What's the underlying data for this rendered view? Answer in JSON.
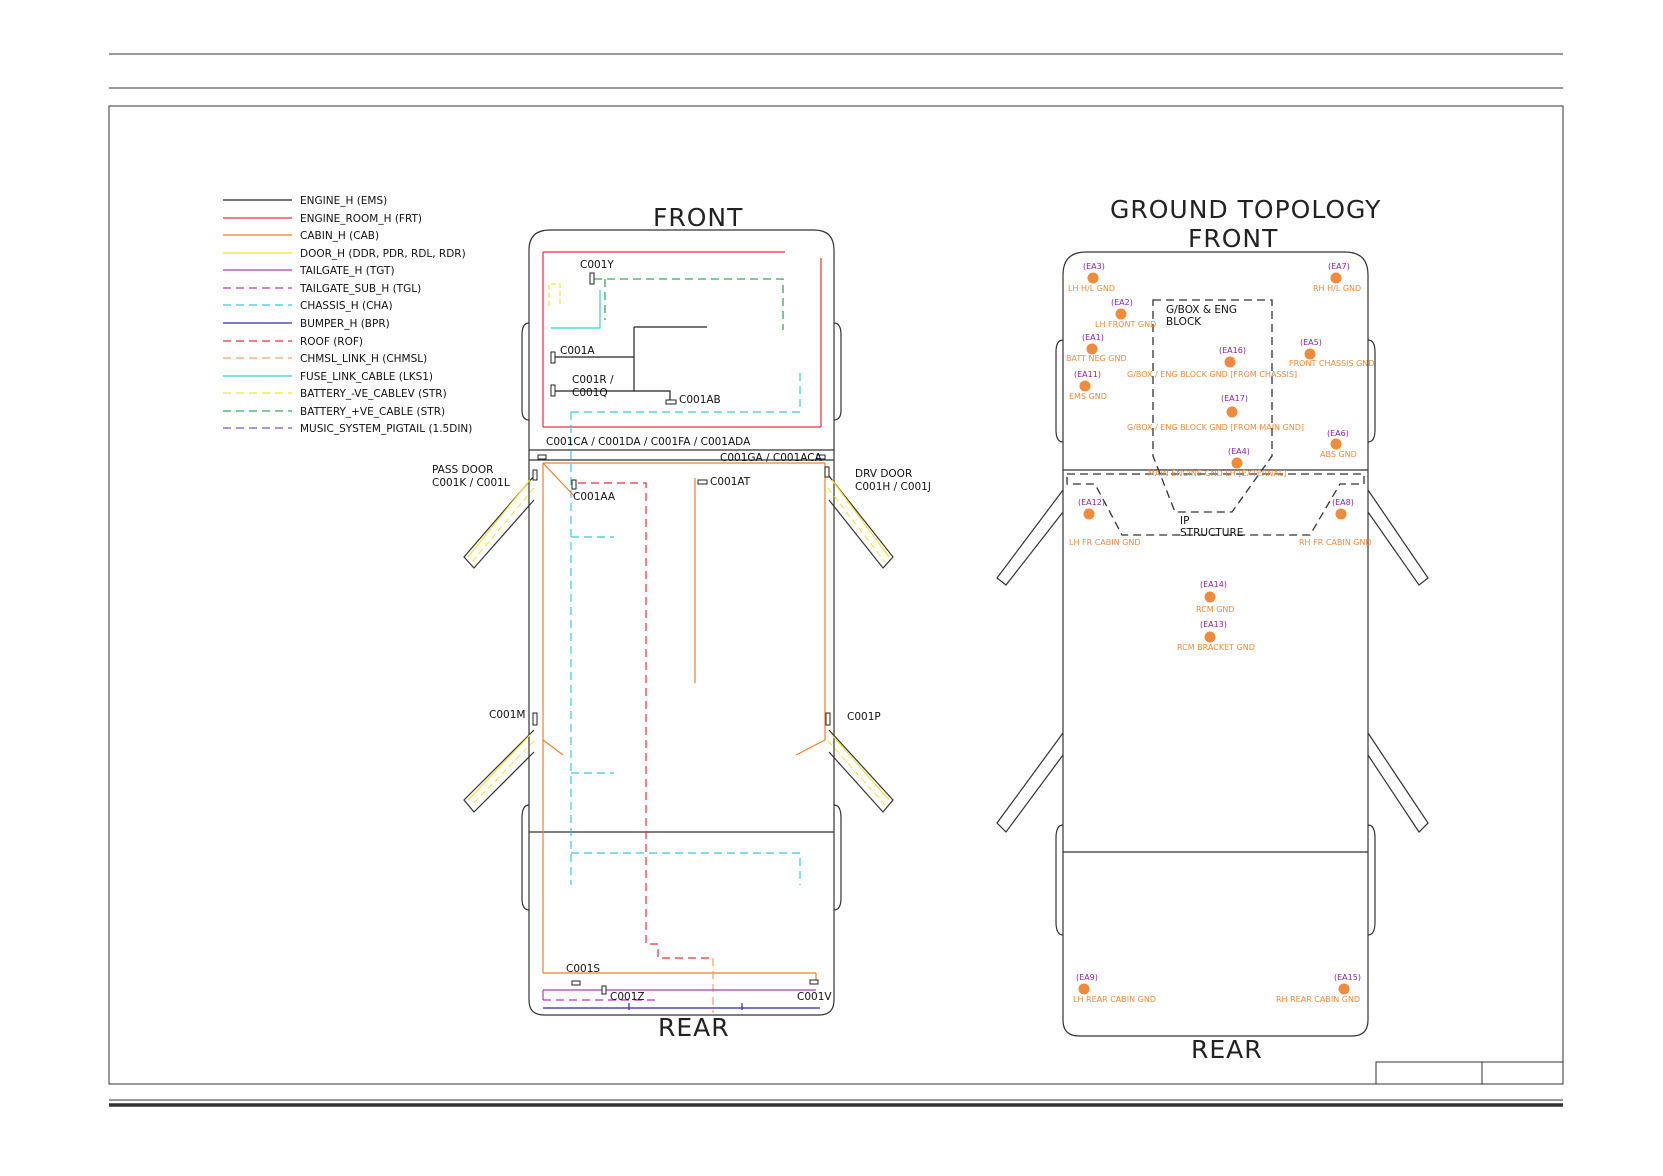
{
  "legend": [
    {
      "label": "ENGINE_H (EMS)",
      "color": "#222222",
      "dash": false
    },
    {
      "label": "ENGINE_ROOM_H (FRT)",
      "color": "#e8303c",
      "dash": false
    },
    {
      "label": "CABIN_H (CAB)",
      "color": "#f07f2a",
      "dash": false
    },
    {
      "label": "DOOR_H (DDR, PDR, RDL, RDR)",
      "color": "#f2e23a",
      "dash": false
    },
    {
      "label": "TAILGATE_H (TGT)",
      "color": "#b03ab8",
      "dash": false
    },
    {
      "label": "TAILGATE_SUB_H (TGL)",
      "color": "#b03ab8",
      "dash": true
    },
    {
      "label": "CHASSIS_H (CHA)",
      "color": "#3cc8d8",
      "dash": true
    },
    {
      "label": "BUMPER_H (BPR)",
      "color": "#2c2c9c",
      "dash": false
    },
    {
      "label": "ROOF (ROF)",
      "color": "#e8303c",
      "dash": true
    },
    {
      "label": "CHMSL_LINK_H (CHMSL)",
      "color": "#f0a070",
      "dash": true
    },
    {
      "label": "FUSE_LINK_CABLE (LKS1)",
      "color": "#3cc8d8",
      "dash": false
    },
    {
      "label": "BATTERY_-VE_CABLEV (STR)",
      "color": "#f2e23a",
      "dash": true
    },
    {
      "label": "BATTERY_+VE_CABLE (STR)",
      "color": "#2fae5c",
      "dash": true
    },
    {
      "label": "MUSIC_SYSTEM_PIGTAIL (1.5DIN)",
      "color": "#6a5acd",
      "dash": true
    }
  ],
  "harness": {
    "front_label": "FRONT",
    "rear_label": "REAR",
    "connectors": {
      "c001y": "C001Y",
      "c001a": "C001A",
      "c001r": "C001R /",
      "c001q": "C001Q",
      "c001ab": "C001AB",
      "c001ca": "C001CA / C001DA / C001FA / C001ADA",
      "c001ga": "C001GA / C001ACA",
      "pass_door": "PASS DOOR",
      "c001k": "C001K / C001L",
      "drv_door": "DRV DOOR",
      "c001h": "C001H / C001J",
      "c001aa": "C001AA",
      "c001at": "C001AT",
      "c001m": "C001M",
      "c001p": "C001P",
      "c001s": "C001S",
      "c001z": "C001Z",
      "c001v": "C001V"
    }
  },
  "ground": {
    "title": "GROUND TOPOLOGY",
    "front_label": "FRONT",
    "rear_label": "REAR",
    "gbox_line1": "G/BOX & ENG",
    "gbox_line2": "BLOCK",
    "ip_line1": "IP",
    "ip_line2": "STRUCTURE",
    "points": [
      {
        "id": "(EA3)",
        "name": "LH H/L GND"
      },
      {
        "id": "(EA7)",
        "name": "RH H/L GND"
      },
      {
        "id": "(EA2)",
        "name": "LH FRONT GND"
      },
      {
        "id": "(EA1)",
        "name": "BATT NEG GND"
      },
      {
        "id": "(EA16)",
        "name": "G/BOX / ENG BLOCK GND [FROM CHASSIS]"
      },
      {
        "id": "(EA5)",
        "name": "FRONT CHASSIS GND"
      },
      {
        "id": "(EA11)",
        "name": "EMS GND"
      },
      {
        "id": "(EA17)",
        "name": "G/BOX / ENG BLOCK GND [FROM MAIN GND]"
      },
      {
        "id": "(EA6)",
        "name": "ABS GND"
      },
      {
        "id": "(EA4)",
        "name": "MAIN ENGINE GND LH [EXTERNAL]"
      },
      {
        "id": "(EA12)",
        "name": "LH FR CABIN GND"
      },
      {
        "id": "(EA8)",
        "name": "RH FR CABIN GND"
      },
      {
        "id": "(EA14)",
        "name": "RCM GND"
      },
      {
        "id": "(EA13)",
        "name": "RCM BRACKET GND"
      },
      {
        "id": "(EA9)",
        "name": "LH REAR CABIN GND"
      },
      {
        "id": "(EA15)",
        "name": "RH REAR CABIN GND"
      }
    ]
  },
  "colors": {
    "ground_dot": "#f08a3c",
    "ground_id": "#8a1fa8"
  }
}
